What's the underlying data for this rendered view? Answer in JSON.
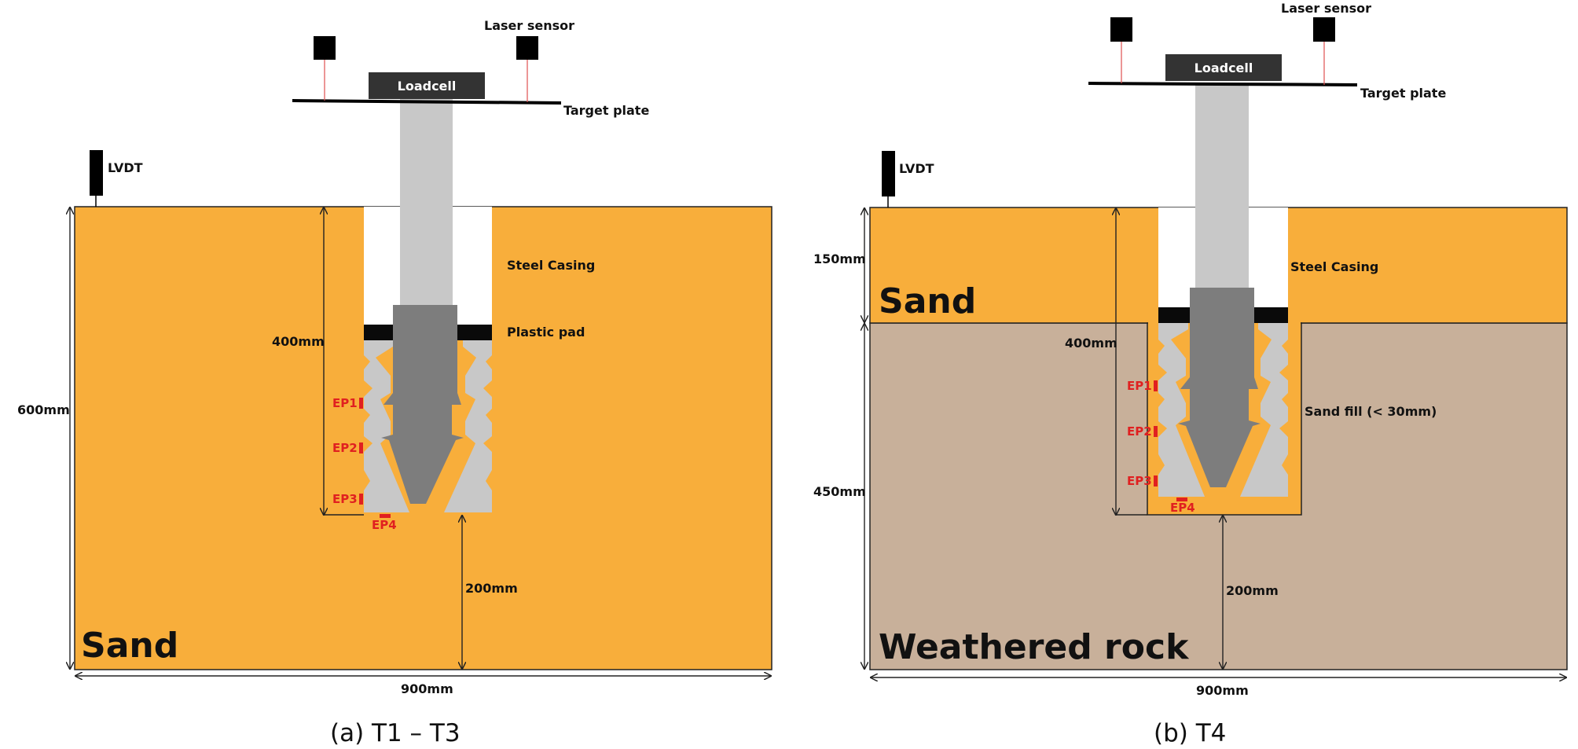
{
  "panel_a": {
    "laser_label": "Laser sensor",
    "loadcell_label": "Loadcell",
    "target_label": "Target plate",
    "lvdt_label": "LVDT",
    "casing_label": "Steel Casing",
    "pad_label": "Plastic pad",
    "dim_400": "400mm",
    "dim_600": "600mm",
    "dim_200": "200mm",
    "dim_900": "900mm",
    "ep1": "EP1",
    "ep2": "EP2",
    "ep3": "EP3",
    "ep4": "EP4",
    "soil_label": "Sand",
    "caption": "(a)  T1 – T3"
  },
  "panel_b": {
    "laser_label": "Laser sensor",
    "loadcell_label": "Loadcell",
    "target_label": "Target plate",
    "lvdt_label": "LVDT",
    "casing_label": "Steel Casing",
    "fill_label": "Sand fill (< 30mm)",
    "dim_150": "150mm",
    "dim_450": "450mm",
    "dim_400": "400mm",
    "dim_200": "200mm",
    "dim_900": "900mm",
    "ep1": "EP1",
    "ep2": "EP2",
    "ep3": "EP3",
    "ep4": "EP4",
    "sand_label": "Sand",
    "rock_label": "Weathered rock",
    "caption": "(b)  T4"
  },
  "colors": {
    "sand": "#F8AE3B",
    "rock": "#C8B09A",
    "casing_bar": "#0a0a0a",
    "pile_light": "#C8C8C8",
    "pile_dark": "#7D7D7D",
    "pressure_cell": "#e02020",
    "laser_beam": "#e05050"
  }
}
